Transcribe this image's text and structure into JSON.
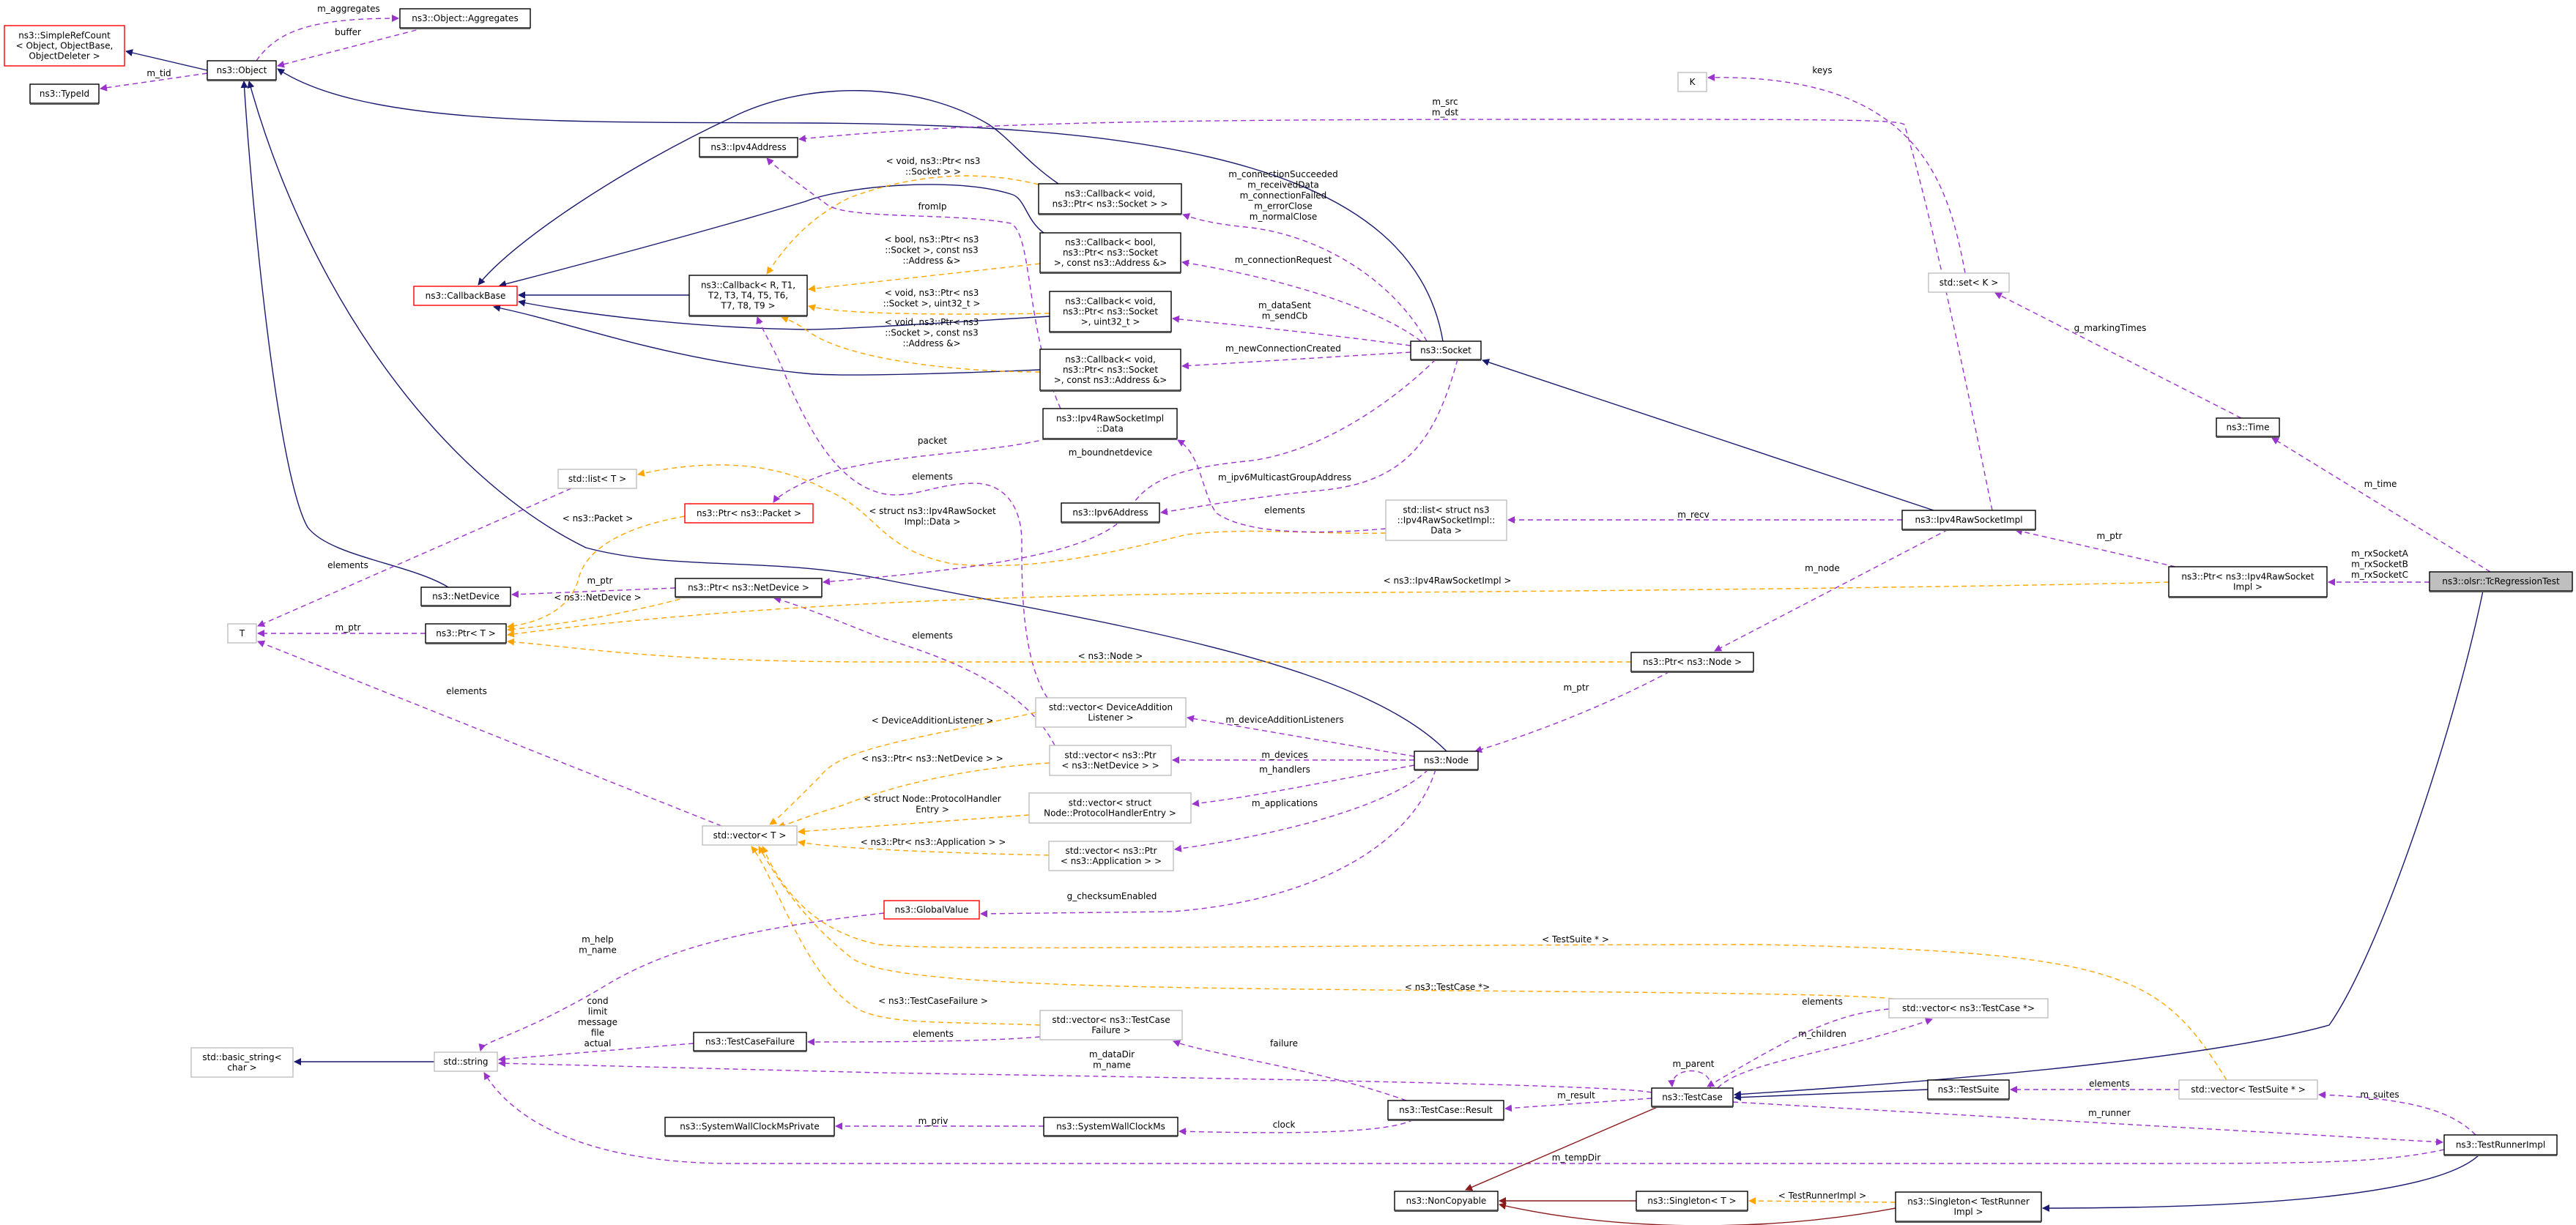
{
  "title": "ns3::olsr::TcRegressionTest collaboration diagram",
  "colors": {
    "inheritance": "#191970",
    "usage": "#9a32cd",
    "template": "#ffa500",
    "private": "#8b1a1a",
    "highlight_fill": "#bfbfbf",
    "gray_border": "#bfbfbf",
    "red_border": "#ff0000"
  },
  "nodes": [
    {
      "id": "simplerefcount",
      "style": "red",
      "lines": [
        "ns3::SimpleRefCount",
        "< Object, ObjectBase,",
        "ObjectDeleter >"
      ]
    },
    {
      "id": "object",
      "style": "black",
      "lines": [
        "ns3::Object"
      ]
    },
    {
      "id": "typeid",
      "style": "black",
      "lines": [
        "ns3::TypeId"
      ]
    },
    {
      "id": "aggregates",
      "style": "black",
      "lines": [
        "ns3::Object::Aggregates"
      ]
    },
    {
      "id": "callbackbase",
      "style": "red",
      "lines": [
        "ns3::CallbackBase"
      ]
    },
    {
      "id": "ipv4address",
      "style": "black",
      "lines": [
        "ns3::Ipv4Address"
      ]
    },
    {
      "id": "callback_generic",
      "style": "black",
      "lines": [
        "ns3::Callback< R, T1,",
        "T2, T3, T4, T5, T6,",
        "T7, T8, T9 >"
      ]
    },
    {
      "id": "cb_void_socket",
      "style": "black",
      "lines": [
        "ns3::Callback< void,",
        "ns3::Ptr< ns3::Socket > >"
      ]
    },
    {
      "id": "cb_bool",
      "style": "black",
      "lines": [
        "ns3::Callback< bool,",
        "ns3::Ptr< ns3::Socket",
        ">, const ns3::Address &>"
      ]
    },
    {
      "id": "cb_void_uint",
      "style": "black",
      "lines": [
        "ns3::Callback< void,",
        "ns3::Ptr< ns3::Socket",
        ">, uint32_t >"
      ]
    },
    {
      "id": "cb_void_addr",
      "style": "black",
      "lines": [
        "ns3::Callback< void,",
        "ns3::Ptr< ns3::Socket",
        ">, const ns3::Address &>"
      ]
    },
    {
      "id": "socket",
      "style": "black",
      "lines": [
        "ns3::Socket"
      ]
    },
    {
      "id": "k",
      "style": "gray",
      "lines": [
        "K"
      ]
    },
    {
      "id": "set_k",
      "style": "gray",
      "lines": [
        "std::set< K >"
      ]
    },
    {
      "id": "time",
      "style": "black",
      "lines": [
        "ns3::Time"
      ]
    },
    {
      "id": "raw_data",
      "style": "black",
      "lines": [
        "ns3::Ipv4RawSocketImpl",
        "::Data"
      ]
    },
    {
      "id": "list_t",
      "style": "gray",
      "lines": [
        "std::list< T >"
      ]
    },
    {
      "id": "ptr_packet",
      "style": "red",
      "lines": [
        "ns3::Ptr< ns3::Packet >"
      ]
    },
    {
      "id": "ipv6address",
      "style": "black",
      "lines": [
        "ns3::Ipv6Address"
      ]
    },
    {
      "id": "list_data",
      "style": "gray",
      "lines": [
        "std::list< struct ns3",
        "::Ipv4RawSocketImpl::",
        "Data >"
      ]
    },
    {
      "id": "raw_impl",
      "style": "black",
      "lines": [
        "ns3::Ipv4RawSocketImpl"
      ]
    },
    {
      "id": "ptr_raw_impl",
      "style": "black",
      "lines": [
        "ns3::Ptr< ns3::Ipv4RawSocket",
        "Impl >"
      ]
    },
    {
      "id": "tc_test",
      "style": "highlight",
      "lines": [
        "ns3::olsr::TcRegressionTest"
      ]
    },
    {
      "id": "netdevice",
      "style": "black",
      "lines": [
        "ns3::NetDevice"
      ]
    },
    {
      "id": "ptr_netdevice",
      "style": "black",
      "lines": [
        "ns3::Ptr< ns3::NetDevice >"
      ]
    },
    {
      "id": "t",
      "style": "gray",
      "lines": [
        "T"
      ]
    },
    {
      "id": "ptr_t",
      "style": "black",
      "lines": [
        "ns3::Ptr< T >"
      ]
    },
    {
      "id": "ptr_node",
      "style": "black",
      "lines": [
        "ns3::Ptr< ns3::Node >"
      ]
    },
    {
      "id": "vec_dal",
      "style": "gray",
      "lines": [
        "std::vector< DeviceAddition",
        "Listener >"
      ]
    },
    {
      "id": "vec_ptr_nd",
      "style": "gray",
      "lines": [
        "std::vector< ns3::Ptr",
        "< ns3::NetDevice > >"
      ]
    },
    {
      "id": "node",
      "style": "black",
      "lines": [
        "ns3::Node"
      ]
    },
    {
      "id": "vec_phe",
      "style": "gray",
      "lines": [
        "std::vector< struct",
        "Node::ProtocolHandlerEntry >"
      ]
    },
    {
      "id": "vec_t",
      "style": "gray",
      "lines": [
        "std::vector< T >"
      ]
    },
    {
      "id": "vec_app",
      "style": "gray",
      "lines": [
        "std::vector< ns3::Ptr",
        "< ns3::Application > >"
      ]
    },
    {
      "id": "globalvalue",
      "style": "red",
      "lines": [
        "ns3::GlobalValue"
      ]
    },
    {
      "id": "vec_tc",
      "style": "gray",
      "lines": [
        "std::vector< ns3::TestCase *>"
      ]
    },
    {
      "id": "vec_tcf",
      "style": "gray",
      "lines": [
        "std::vector< ns3::TestCase",
        "Failure >"
      ]
    },
    {
      "id": "basic_string",
      "style": "gray",
      "lines": [
        "std::basic_string<",
        "char >"
      ]
    },
    {
      "id": "string",
      "style": "gray",
      "lines": [
        "std::string"
      ]
    },
    {
      "id": "tcf",
      "style": "black",
      "lines": [
        "ns3::TestCaseFailure"
      ]
    },
    {
      "id": "testcase",
      "style": "black",
      "lines": [
        "ns3::TestCase"
      ]
    },
    {
      "id": "tc_result",
      "style": "black",
      "lines": [
        "ns3::TestCase::Result"
      ]
    },
    {
      "id": "testsuite",
      "style": "black",
      "lines": [
        "ns3::TestSuite"
      ]
    },
    {
      "id": "vec_ts",
      "style": "gray",
      "lines": [
        "std::vector< TestSuite * >"
      ]
    },
    {
      "id": "runner",
      "style": "black",
      "lines": [
        "ns3::TestRunnerImpl"
      ]
    },
    {
      "id": "swc_priv",
      "style": "black",
      "lines": [
        "ns3::SystemWallClockMsPrivate"
      ]
    },
    {
      "id": "swc",
      "style": "black",
      "lines": [
        "ns3::SystemWallClockMs"
      ]
    },
    {
      "id": "noncopyable",
      "style": "black",
      "lines": [
        "ns3::NonCopyable"
      ]
    },
    {
      "id": "singleton_t",
      "style": "black",
      "lines": [
        "ns3::Singleton< T >"
      ]
    },
    {
      "id": "singleton_runner",
      "style": "black",
      "lines": [
        "ns3::Singleton< TestRunner",
        "Impl >"
      ]
    }
  ],
  "edges": [
    {
      "from": "object",
      "to": "simplerefcount",
      "kind": "inheritance",
      "label": []
    },
    {
      "from": "object",
      "to": "typeid",
      "kind": "usage",
      "label": [
        "m_tid"
      ]
    },
    {
      "from": "object",
      "to": "aggregates",
      "kind": "usage",
      "label": [
        "m_aggregates"
      ]
    },
    {
      "from": "aggregates",
      "to": "object",
      "kind": "usage",
      "label": [
        "buffer"
      ]
    },
    {
      "from": "socket",
      "to": "object",
      "kind": "inheritance",
      "label": []
    },
    {
      "from": "netdevice",
      "to": "object",
      "kind": "inheritance",
      "label": []
    },
    {
      "from": "node",
      "to": "object",
      "kind": "inheritance",
      "label": []
    },
    {
      "from": "callback_generic",
      "to": "callbackbase",
      "kind": "inheritance",
      "label": []
    },
    {
      "from": "cb_void_socket",
      "to": "callbackbase",
      "kind": "inheritance",
      "label": []
    },
    {
      "from": "cb_bool",
      "to": "callbackbase",
      "kind": "inheritance",
      "label": []
    },
    {
      "from": "cb_void_uint",
      "to": "callbackbase",
      "kind": "inheritance",
      "label": []
    },
    {
      "from": "cb_void_addr",
      "to": "callbackbase",
      "kind": "inheritance",
      "label": []
    },
    {
      "from": "cb_void_socket",
      "to": "callback_generic",
      "kind": "template",
      "label": [
        "< void, ns3::Ptr< ns3",
        "::Socket > >"
      ]
    },
    {
      "from": "cb_bool",
      "to": "callback_generic",
      "kind": "template",
      "label": [
        "< bool, ns3::Ptr< ns3",
        "::Socket >, const ns3",
        "::Address &>"
      ]
    },
    {
      "from": "cb_void_uint",
      "to": "callback_generic",
      "kind": "template",
      "label": [
        "< void, ns3::Ptr< ns3",
        "::Socket >, uint32_t >"
      ]
    },
    {
      "from": "cb_void_addr",
      "to": "callback_generic",
      "kind": "template",
      "label": [
        "< void, ns3::Ptr< ns3",
        "::Socket >, const ns3",
        "::Address &>"
      ]
    },
    {
      "from": "socket",
      "to": "cb_void_socket",
      "kind": "usage",
      "label": [
        "m_connectionSucceeded",
        "m_receivedData",
        "m_connectionFailed",
        "m_errorClose",
        "m_normalClose"
      ]
    },
    {
      "from": "socket",
      "to": "cb_bool",
      "kind": "usage",
      "label": [
        "m_connectionRequest"
      ]
    },
    {
      "from": "socket",
      "to": "cb_void_uint",
      "kind": "usage",
      "label": [
        "m_dataSent",
        "m_sendCb"
      ]
    },
    {
      "from": "socket",
      "to": "cb_void_addr",
      "kind": "usage",
      "label": [
        "m_newConnectionCreated"
      ]
    },
    {
      "from": "raw_impl",
      "to": "ipv4address",
      "kind": "usage",
      "label": [
        "m_src",
        "m_dst"
      ]
    },
    {
      "from": "set_k",
      "to": "k",
      "kind": "usage",
      "label": [
        "keys"
      ]
    },
    {
      "from": "time",
      "to": "set_k",
      "kind": "usage",
      "label": [
        "g_markingTimes"
      ]
    },
    {
      "from": "tc_test",
      "to": "time",
      "kind": "usage",
      "label": [
        "m_time"
      ]
    },
    {
      "from": "raw_data",
      "to": "ipv4address",
      "kind": "usage",
      "label": [
        "fromIp"
      ]
    },
    {
      "from": "raw_data",
      "to": "ptr_packet",
      "kind": "usage",
      "label": [
        "packet"
      ]
    },
    {
      "from": "list_data",
      "to": "list_t",
      "kind": "template",
      "label": [
        "< struct ns3::Ipv4RawSocket",
        "Impl::Data >"
      ]
    },
    {
      "from": "raw_impl",
      "to": "list_data",
      "kind": "usage",
      "label": [
        "m_recv"
      ]
    },
    {
      "from": "list_data",
      "to": "raw_data",
      "kind": "usage",
      "label": [
        "elements"
      ]
    },
    {
      "from": "socket",
      "to": "ptr_netdevice",
      "kind": "usage",
      "label": [
        "m_boundnetdevice"
      ]
    },
    {
      "from": "socket",
      "to": "ipv6address",
      "kind": "usage",
      "label": [
        "m_ipv6MulticastGroupAddress"
      ]
    },
    {
      "from": "vec_dal",
      "to": "callback_generic",
      "kind": "usage",
      "label": [
        "elements"
      ]
    },
    {
      "from": "vec_ptr_nd",
      "to": "ptr_netdevice",
      "kind": "usage",
      "label": [
        "elements"
      ]
    },
    {
      "from": "list_t",
      "to": "t",
      "kind": "usage",
      "label": [
        "elements"
      ]
    },
    {
      "from": "ptr_t",
      "to": "t",
      "kind": "usage",
      "label": [
        "m_ptr"
      ]
    },
    {
      "from": "vec_t",
      "to": "t",
      "kind": "usage",
      "label": [
        "elements"
      ]
    },
    {
      "from": "ptr_netdevice",
      "to": "netdevice",
      "kind": "usage",
      "label": [
        "m_ptr"
      ]
    },
    {
      "from": "ptr_netdevice",
      "to": "ptr_t",
      "kind": "template",
      "label": [
        "< ns3::NetDevice >"
      ]
    },
    {
      "from": "ptr_packet",
      "to": "ptr_t",
      "kind": "template",
      "label": [
        "< ns3::Packet >"
      ]
    },
    {
      "from": "ptr_raw_impl",
      "to": "ptr_t",
      "kind": "template",
      "label": [
        "< ns3::Ipv4RawSocketImpl >"
      ]
    },
    {
      "from": "ptr_node",
      "to": "ptr_t",
      "kind": "template",
      "label": [
        "< ns3::Node >"
      ]
    },
    {
      "from": "raw_impl",
      "to": "ptr_node",
      "kind": "usage",
      "label": [
        "m_node"
      ]
    },
    {
      "from": "ptr_raw_impl",
      "to": "raw_impl",
      "kind": "usage",
      "label": [
        "m_ptr"
      ]
    },
    {
      "from": "tc_test",
      "to": "ptr_raw_impl",
      "kind": "usage",
      "label": [
        "m_rxSocketA",
        "m_rxSocketB",
        "m_rxSocketC"
      ]
    },
    {
      "from": "ptr_node",
      "to": "node",
      "kind": "usage",
      "label": [
        "m_ptr"
      ]
    },
    {
      "from": "node",
      "to": "vec_dal",
      "kind": "usage",
      "label": [
        "m_deviceAdditionListeners"
      ]
    },
    {
      "from": "node",
      "to": "vec_ptr_nd",
      "kind": "usage",
      "label": [
        "m_devices"
      ]
    },
    {
      "from": "node",
      "to": "vec_phe",
      "kind": "usage",
      "label": [
        "m_handlers"
      ]
    },
    {
      "from": "node",
      "to": "vec_app",
      "kind": "usage",
      "label": [
        "m_applications"
      ]
    },
    {
      "from": "node",
      "to": "globalvalue",
      "kind": "usage",
      "label": [
        "g_checksumEnabled"
      ]
    },
    {
      "from": "vec_dal",
      "to": "vec_t",
      "kind": "template",
      "label": [
        "< DeviceAdditionListener >"
      ]
    },
    {
      "from": "vec_ptr_nd",
      "to": "vec_t",
      "kind": "template",
      "label": [
        "< ns3::Ptr< ns3::NetDevice > >"
      ]
    },
    {
      "from": "vec_phe",
      "to": "vec_t",
      "kind": "template",
      "label": [
        "< struct Node::ProtocolHandler",
        "Entry >"
      ]
    },
    {
      "from": "vec_app",
      "to": "vec_t",
      "kind": "template",
      "label": [
        "< ns3::Ptr< ns3::Application > >"
      ]
    },
    {
      "from": "vec_ts",
      "to": "vec_t",
      "kind": "template",
      "label": [
        "< TestSuite * >"
      ]
    },
    {
      "from": "vec_tc",
      "to": "vec_t",
      "kind": "template",
      "label": [
        "< ns3::TestCase *>"
      ]
    },
    {
      "from": "vec_tcf",
      "to": "vec_t",
      "kind": "template",
      "label": [
        "< ns3::TestCaseFailure >"
      ]
    },
    {
      "from": "globalvalue",
      "to": "string",
      "kind": "usage",
      "label": [
        "m_help",
        "m_name"
      ]
    },
    {
      "from": "tcf",
      "to": "string",
      "kind": "usage",
      "label": [
        "cond",
        "limit",
        "message",
        "file",
        "actual"
      ]
    },
    {
      "from": "vec_tcf",
      "to": "tcf",
      "kind": "usage",
      "label": [
        "elements"
      ]
    },
    {
      "from": "testcase",
      "to": "string",
      "kind": "usage",
      "label": [
        "m_dataDir",
        "m_name"
      ]
    },
    {
      "from": "runner",
      "to": "string",
      "kind": "usage",
      "label": [
        "m_tempDir"
      ]
    },
    {
      "from": "tc_result",
      "to": "vec_tcf",
      "kind": "usage",
      "label": [
        "failure"
      ]
    },
    {
      "from": "tc_result",
      "to": "swc",
      "kind": "usage",
      "label": [
        "clock"
      ]
    },
    {
      "from": "swc",
      "to": "swc_priv",
      "kind": "usage",
      "label": [
        "m_priv"
      ]
    },
    {
      "from": "testcase",
      "to": "tc_result",
      "kind": "usage",
      "label": [
        "m_result"
      ]
    },
    {
      "from": "testcase",
      "to": "testcase",
      "kind": "usage",
      "label": [
        "m_parent"
      ]
    },
    {
      "from": "vec_tc",
      "to": "testcase",
      "kind": "usage",
      "label": [
        "elements"
      ]
    },
    {
      "from": "testcase",
      "to": "vec_tc",
      "kind": "usage",
      "label": [
        "m_children"
      ]
    },
    {
      "from": "tc_test",
      "to": "testcase",
      "kind": "inheritance",
      "label": []
    },
    {
      "from": "testsuite",
      "to": "testcase",
      "kind": "inheritance",
      "label": []
    },
    {
      "from": "vec_ts",
      "to": "testsuite",
      "kind": "usage",
      "label": [
        "elements"
      ]
    },
    {
      "from": "testcase",
      "to": "runner",
      "kind": "usage",
      "label": [
        "m_runner"
      ]
    },
    {
      "from": "runner",
      "to": "vec_ts",
      "kind": "usage",
      "label": [
        "m_suites"
      ]
    },
    {
      "from": "runner",
      "to": "singleton_runner",
      "kind": "inheritance",
      "label": []
    },
    {
      "from": "testcase",
      "to": "noncopyable",
      "kind": "private",
      "label": []
    },
    {
      "from": "singleton_t",
      "to": "noncopyable",
      "kind": "private",
      "label": []
    },
    {
      "from": "singleton_runner",
      "to": "noncopyable",
      "kind": "private",
      "label": []
    },
    {
      "from": "singleton_runner",
      "to": "singleton_t",
      "kind": "template",
      "label": [
        "< TestRunnerImpl >"
      ]
    },
    {
      "from": "string",
      "to": "basic_string",
      "kind": "inheritance",
      "label": []
    },
    {
      "from": "raw_impl",
      "to": "socket",
      "kind": "inheritance",
      "label": []
    }
  ]
}
